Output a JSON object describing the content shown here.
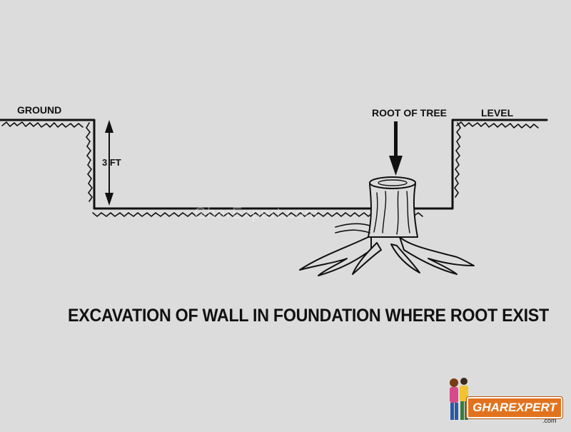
{
  "diagram": {
    "ground_label": "GROUND",
    "level_label": "LEVEL",
    "root_label": "ROOT OF TREE",
    "depth_label": "3 FT",
    "caption": "EXCAVATION OF WALL IN FOUNDATION WHERE ROOT EXIST",
    "watermark": "GharExpert.com"
  },
  "logo": {
    "brand": "GHAREXPERT",
    "domain": ".com"
  },
  "colors": {
    "background": "#dcdcdc",
    "ink": "#111111",
    "brand_orange": "#e2731e"
  }
}
